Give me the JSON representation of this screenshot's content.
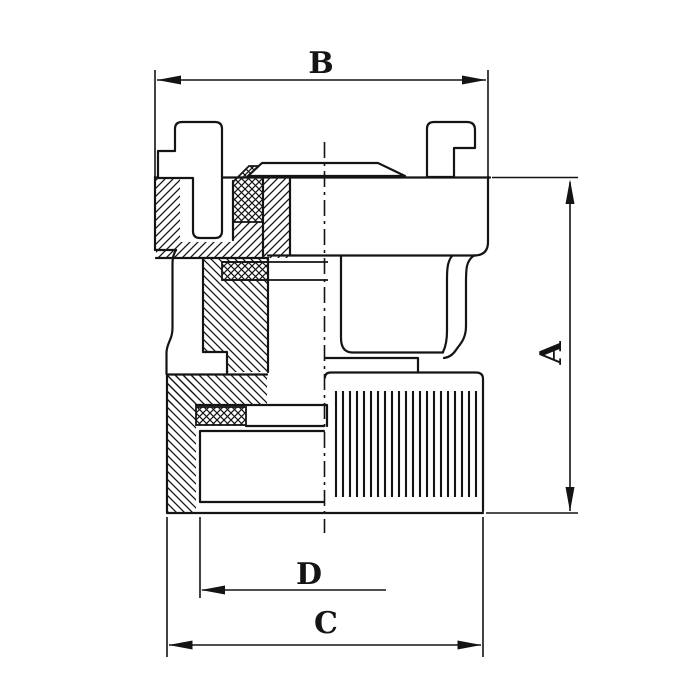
{
  "drawing": {
    "type": "technical-cross-section",
    "subject_label": "coupling section view"
  },
  "colors": {
    "line": "#141414",
    "background": "#ffffff"
  },
  "dimension_labels": {
    "top": "B",
    "right": "A",
    "bottom_inner": "D",
    "bottom_outer": "C"
  },
  "knurl": {
    "line_count": 21
  }
}
